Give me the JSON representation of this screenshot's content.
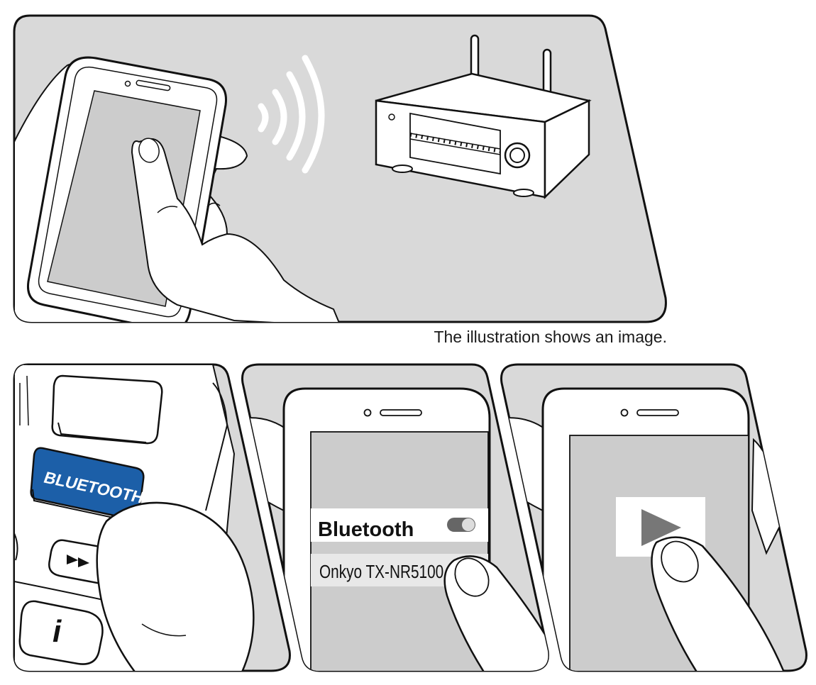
{
  "caption": "The illustration shows an image.",
  "remote": {
    "bluetooth_button_label": "BLUETOOTH",
    "info_button_label": "i",
    "button_color": "#1c5fa8"
  },
  "bluetooth_settings": {
    "title": "Bluetooth",
    "device_name": "Onkyo TX-NR5100"
  },
  "colors": {
    "panel_fill": "#d9d9d9",
    "outline": "#111111",
    "screen_fill": "#cccccc"
  }
}
